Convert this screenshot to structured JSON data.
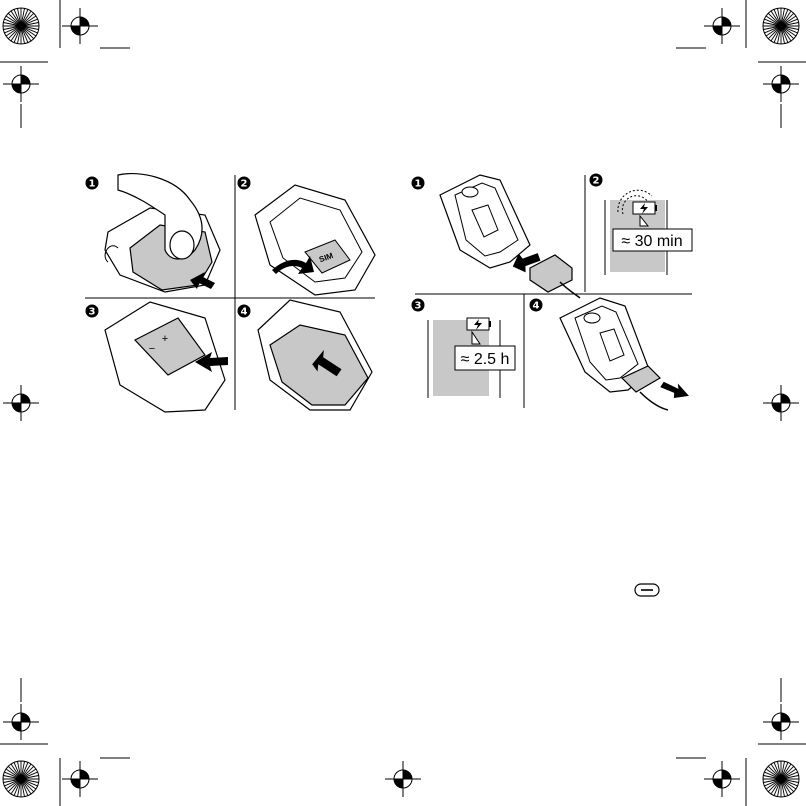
{
  "page": {
    "background": "#ffffff",
    "ink": "#000000",
    "shade": "#c8c8c8"
  },
  "left_figure": {
    "steps": [
      {
        "number": "1",
        "action": "remove-battery-cover"
      },
      {
        "number": "2",
        "action": "insert-sim-card"
      },
      {
        "number": "3",
        "action": "insert-battery"
      },
      {
        "number": "4",
        "action": "replace-battery-cover"
      }
    ],
    "sim_label": "SIM",
    "battery_plus": "+",
    "battery_minus": "−"
  },
  "right_figure": {
    "steps": [
      {
        "number": "1",
        "action": "connect-charger"
      },
      {
        "number": "2",
        "action": "wait-for-charging-icon",
        "duration": "≈ 30 min"
      },
      {
        "number": "3",
        "action": "charge-fully",
        "duration": "≈ 2.5 h"
      },
      {
        "number": "4",
        "action": "disconnect-charger"
      }
    ]
  },
  "icons": {
    "registration_mark": "crosshair-circle-icon",
    "color_wheel": "color-wheel-icon",
    "battery_charging": "battery-charging-icon",
    "soft_key": "minus-key-icon"
  }
}
